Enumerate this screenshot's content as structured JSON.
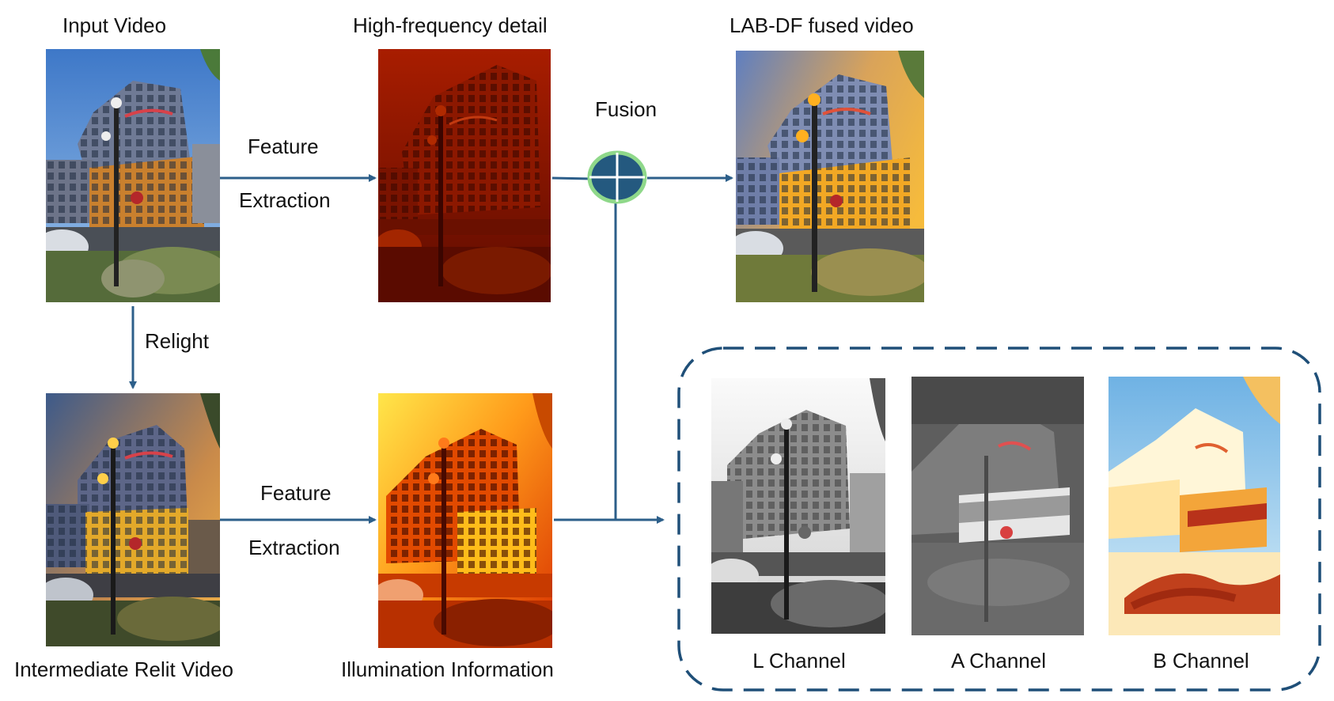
{
  "labels": {
    "input_video": "Input Video",
    "high_freq": "High-frequency detail",
    "fused": "LAB-DF fused video",
    "fusion": "Fusion",
    "feature_top": "Feature",
    "extraction_top": "Extraction",
    "relight": "Relight",
    "feature_bottom": "Feature",
    "extraction_bottom": "Extraction",
    "intermediate": "Intermediate Relit Video",
    "illumination": "Illumination Information",
    "l_channel": "L Channel",
    "a_channel": "A Channel",
    "b_channel": "B Channel"
  },
  "colors": {
    "arrow": "#2d5f8a",
    "fusion_fill": "#24597f",
    "fusion_ring": "#8fd88a",
    "dashed_box": "#1f4f78"
  }
}
